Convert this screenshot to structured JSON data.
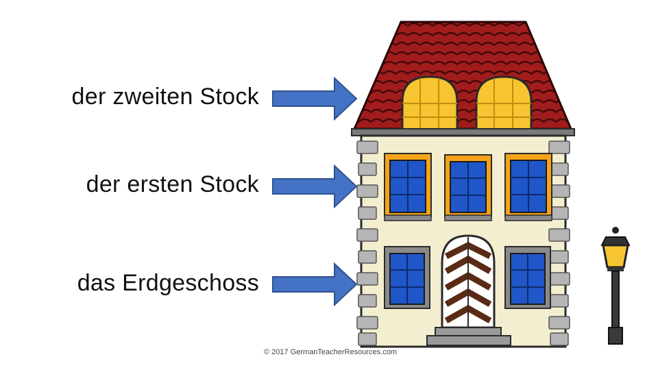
{
  "labels": {
    "second_floor": "der zweiten Stock",
    "first_floor": "der ersten Stock",
    "ground_floor": "das Erdgeschoss"
  },
  "copyright": "© 2017 GermanTeacherResources.com",
  "colors": {
    "arrow_fill": "#4472c4",
    "arrow_stroke": "#2f528f",
    "roof": "#9e1b1b",
    "wall": "#f4eed0",
    "window_glass": "#1f56c8",
    "attic_glow": "#f7c531",
    "window_frame": "#f5a31a",
    "stone": "#b5b5b5"
  }
}
